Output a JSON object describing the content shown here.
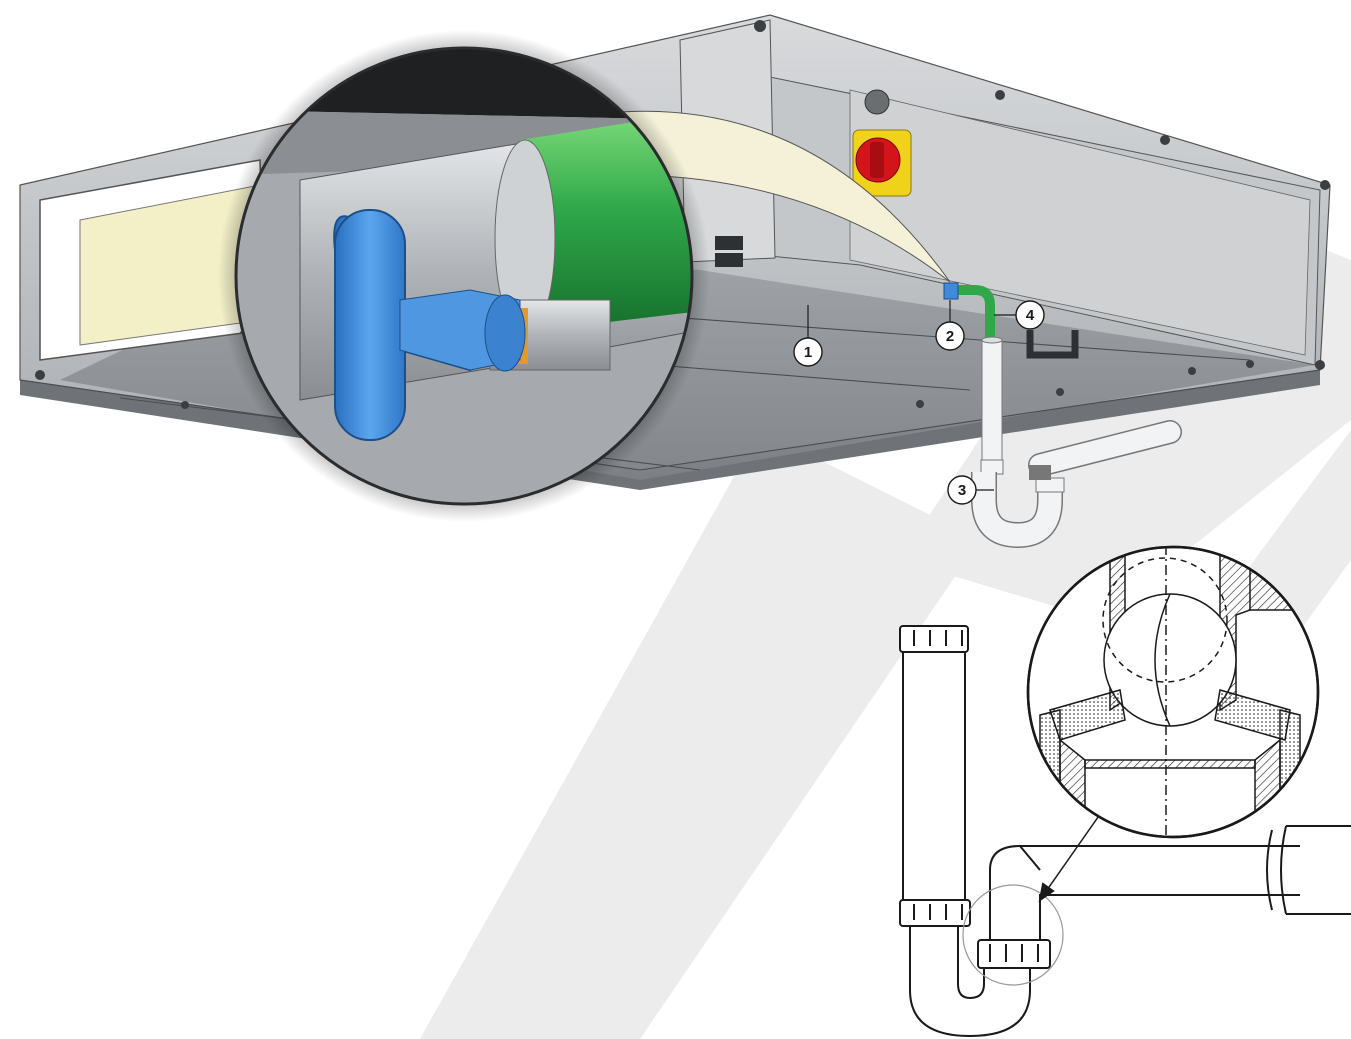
{
  "figure": {
    "background": "#ffffff",
    "watermark_color": "#ececec"
  },
  "callouts": [
    {
      "label": "1",
      "part": "drain-plug"
    },
    {
      "label": "2",
      "part": "drain-outlet"
    },
    {
      "label": "3",
      "part": "siphon-trap"
    },
    {
      "label": "4",
      "part": "drain-hose"
    }
  ],
  "colors": {
    "casing": "#b9bcbf",
    "casing_dark": "#8d9195",
    "filter": "#f3f0c8",
    "hose": "#2fa84a",
    "valve": "#3f8ad9",
    "switch_red": "#d4141b",
    "switch_yellow": "#f1d21a",
    "pipe": "#e8eaec",
    "line": "#1a1a1a"
  },
  "icons": {
    "magnifier_detail": "drain-valve-detail",
    "section_detail": "check-valve-ball-detail"
  }
}
